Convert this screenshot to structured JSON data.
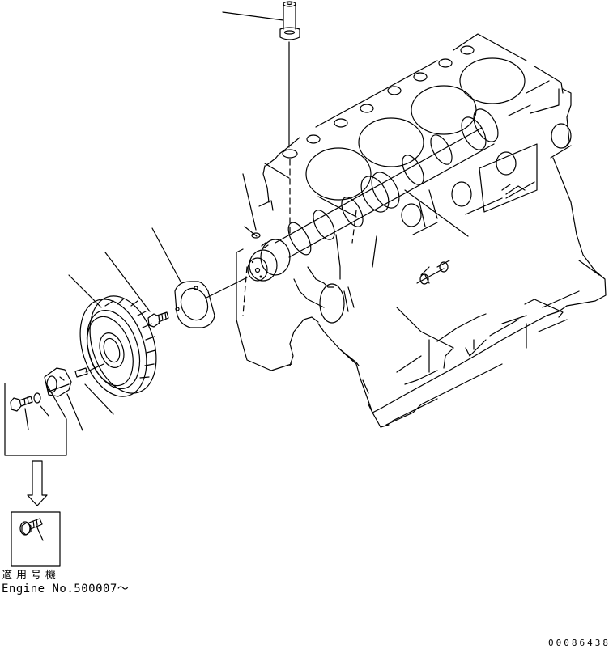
{
  "diagram": {
    "type": "exploded parts illustration",
    "subject": "engine block with camshaft and camshaft gear",
    "parts": [
      {
        "name": "plug",
        "position": "top"
      },
      {
        "name": "engine-block",
        "position": "right"
      },
      {
        "name": "camshaft",
        "position": "center"
      },
      {
        "name": "thrust-plate",
        "position": "center-left"
      },
      {
        "name": "bolt",
        "position": "center-left"
      },
      {
        "name": "camshaft-gear",
        "position": "left"
      },
      {
        "name": "key-pin",
        "position": "left"
      },
      {
        "name": "gear-hub",
        "position": "left"
      },
      {
        "name": "washer",
        "position": "inset-top"
      },
      {
        "name": "bolt-inset",
        "position": "inset-top"
      },
      {
        "name": "flange-bolt",
        "position": "inset-bottom"
      }
    ],
    "arrow": "down"
  },
  "captions": {
    "applicability_jp": "適用号機",
    "applicability_en": "Engine No.500007～"
  },
  "drawing_number": "00086438"
}
